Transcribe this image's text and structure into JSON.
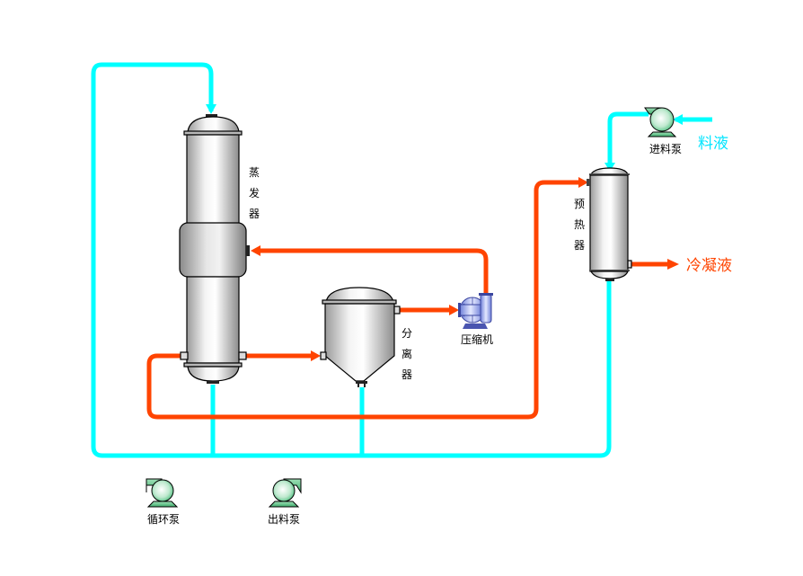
{
  "diagram": {
    "title": "MVR evaporation process flow",
    "colors": {
      "cold_stream": "#00FFFF",
      "hot_stream": "#FF4400",
      "pump_green": "#7FD8A4",
      "compressor_blue": "#A8B4F0",
      "vessel_grey": "#D8D8D8"
    },
    "equipment": {
      "evaporator": {
        "label": [
          "蒸",
          "发",
          "器"
        ]
      },
      "separator": {
        "label": [
          "分",
          "离",
          "器"
        ]
      },
      "compressor": {
        "label": "压缩机"
      },
      "preheater": {
        "label": [
          "预",
          "热",
          "器"
        ]
      },
      "feed_pump": {
        "label": "进料泵"
      },
      "circulation_pump": {
        "label": "循环泵"
      },
      "discharge_pump": {
        "label": "出料泵"
      }
    },
    "streams": {
      "feed_liquid": {
        "label": "料液"
      },
      "condensate": {
        "label": "冷凝液"
      }
    }
  }
}
